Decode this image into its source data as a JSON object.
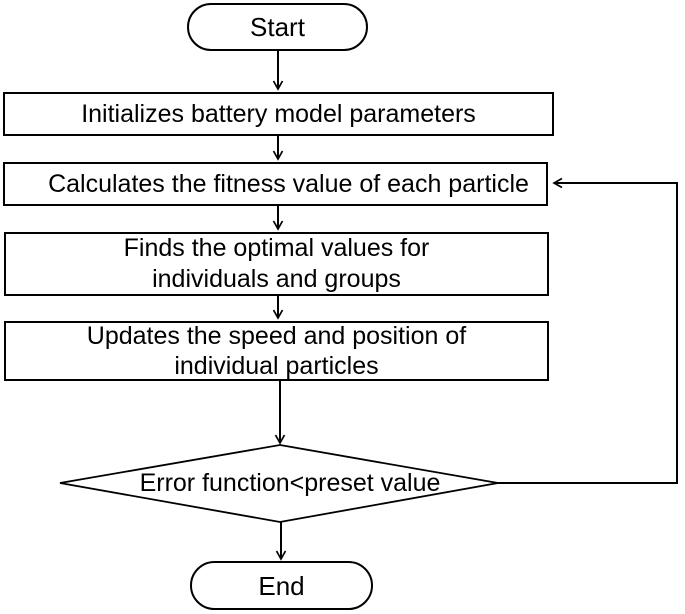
{
  "diagram": {
    "type": "flowchart",
    "colors": {
      "stroke": "#000000",
      "fill": "#ffffff",
      "text": "#000000"
    },
    "nodes": {
      "start": {
        "shape": "terminator",
        "label": "Start"
      },
      "init": {
        "shape": "process",
        "label": "Initializes battery model parameters"
      },
      "fitness": {
        "shape": "process",
        "label": "Calculates the fitness value of each particle"
      },
      "optimal": {
        "shape": "process",
        "label": "Finds the optimal values for\nindividuals and groups"
      },
      "update": {
        "shape": "process",
        "label": "Updates the speed and position of\nindividual particles"
      },
      "decision": {
        "shape": "decision",
        "label": "Error function<preset value"
      },
      "end": {
        "shape": "terminator",
        "label": "End"
      }
    },
    "edges": [
      {
        "from": "start",
        "to": "init"
      },
      {
        "from": "init",
        "to": "fitness"
      },
      {
        "from": "fitness",
        "to": "optimal"
      },
      {
        "from": "optimal",
        "to": "update"
      },
      {
        "from": "update",
        "to": "decision"
      },
      {
        "from": "decision",
        "to": "end"
      },
      {
        "from": "decision",
        "to": "fitness",
        "kind": "feedback-loop"
      }
    ]
  }
}
